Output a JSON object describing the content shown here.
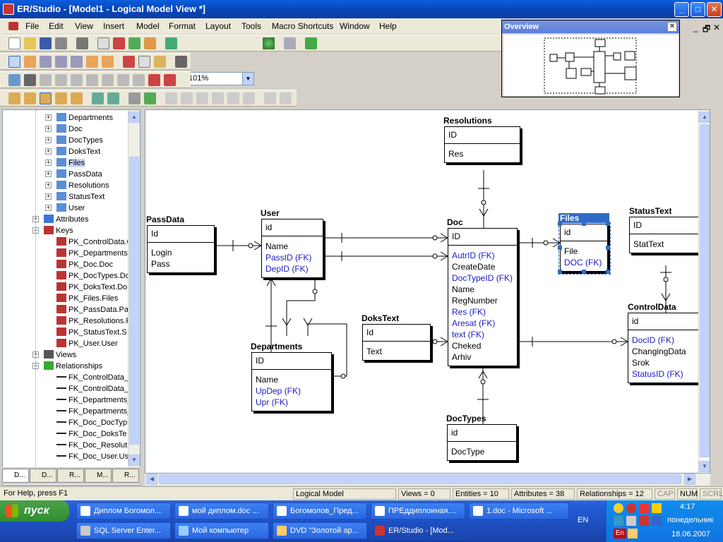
{
  "window": {
    "title": "ER/Studio - [Model1 - Logical Model View *]",
    "min": "_",
    "max": "□",
    "close": "✕"
  },
  "menu": [
    "File",
    "Edit",
    "View",
    "Insert",
    "Model",
    "Format",
    "Layout",
    "Tools",
    "Macro Shortcuts",
    "Window",
    "Help"
  ],
  "toolbar": {
    "zoom": "101%",
    "zoom_arrow": "▼"
  },
  "overview": {
    "title": "Overview",
    "close": "✕"
  },
  "mdi": {
    "min": "_",
    "restore": "🗗",
    "close": "✕"
  },
  "tree": {
    "items": [
      {
        "label": "Departments",
        "type": "table",
        "level": 3
      },
      {
        "label": "Doc",
        "type": "table",
        "level": 3
      },
      {
        "label": "DocTypes",
        "type": "table",
        "level": 3
      },
      {
        "label": "DoksText",
        "type": "table",
        "level": 3
      },
      {
        "label": "Files",
        "type": "table",
        "level": 3,
        "selected": true
      },
      {
        "label": "PassData",
        "type": "table",
        "level": 3
      },
      {
        "label": "Resolutions",
        "type": "table",
        "level": 3
      },
      {
        "label": "StatusText",
        "type": "table",
        "level": 3
      },
      {
        "label": "User",
        "type": "table",
        "level": 3
      },
      {
        "label": "Attributes",
        "type": "attr",
        "level": 2
      },
      {
        "label": "Keys",
        "type": "keys",
        "level": 2
      },
      {
        "label": "PK_ControlData.C",
        "type": "key",
        "level": 3
      },
      {
        "label": "PK_Departments.",
        "type": "key",
        "level": 3
      },
      {
        "label": "PK_Doc.Doc",
        "type": "key",
        "level": 3
      },
      {
        "label": "PK_DocTypes.Do",
        "type": "key",
        "level": 3
      },
      {
        "label": "PK_DoksText.Do",
        "type": "key",
        "level": 3
      },
      {
        "label": "PK_Files.Files",
        "type": "key",
        "level": 3
      },
      {
        "label": "PK_PassData.Pa",
        "type": "key",
        "level": 3
      },
      {
        "label": "PK_Resolutions.F",
        "type": "key",
        "level": 3
      },
      {
        "label": "PK_StatusText.S",
        "type": "key",
        "level": 3
      },
      {
        "label": "PK_User.User",
        "type": "key",
        "level": 3
      },
      {
        "label": "Views",
        "type": "views",
        "level": 2
      },
      {
        "label": "Relationships",
        "type": "rels",
        "level": 2
      },
      {
        "label": "FK_ControlData_",
        "type": "rel",
        "level": 3
      },
      {
        "label": "FK_ControlData_",
        "type": "rel",
        "level": 3
      },
      {
        "label": "FK_Departments_",
        "type": "rel",
        "level": 3
      },
      {
        "label": "FK_Departments_",
        "type": "rel",
        "level": 3
      },
      {
        "label": "FK_Doc_DocTyp",
        "type": "rel",
        "level": 3
      },
      {
        "label": "FK_Doc_DoksTe",
        "type": "rel",
        "level": 3
      },
      {
        "label": "FK_Doc_Resolut",
        "type": "rel",
        "level": 3
      },
      {
        "label": "FK_Doc_User.Us",
        "type": "rel",
        "level": 3
      }
    ],
    "tabs": [
      "D...",
      "D...",
      "R...",
      "M...",
      "R..."
    ]
  },
  "entities": [
    {
      "id": "passdata",
      "title": "PassData",
      "pk": [
        "Id"
      ],
      "attrs": [
        {
          "t": "Login"
        },
        {
          "t": "Pass"
        }
      ]
    },
    {
      "id": "user",
      "title": "User",
      "pk": [
        "id"
      ],
      "attrs": [
        {
          "t": "Name"
        },
        {
          "t": "PassID (FK)",
          "fk": true
        },
        {
          "t": "DepID (FK)",
          "fk": true
        }
      ]
    },
    {
      "id": "departments",
      "title": "Departments",
      "pk": [
        "ID"
      ],
      "attrs": [
        {
          "t": "Name"
        },
        {
          "t": "UpDep (FK)",
          "fk": true
        },
        {
          "t": "Upr (FK)",
          "fk": true
        }
      ]
    },
    {
      "id": "resolutions",
      "title": "Resolutions",
      "pk": [
        "ID"
      ],
      "attrs": [
        {
          "t": "Res"
        }
      ]
    },
    {
      "id": "doc",
      "title": "Doc",
      "pk": [
        "ID"
      ],
      "attrs": [
        {
          "t": "AutrID (FK)",
          "fk": true
        },
        {
          "t": "CreateDate"
        },
        {
          "t": "DocTypeID (FK)",
          "fk": true
        },
        {
          "t": "Name"
        },
        {
          "t": "RegNumber"
        },
        {
          "t": "Res (FK)",
          "fk": true
        },
        {
          "t": "Aresat (FK)",
          "fk": true
        },
        {
          "t": "text (FK)",
          "fk": true
        },
        {
          "t": "Cheked"
        },
        {
          "t": "Arhiv"
        }
      ]
    },
    {
      "id": "dokstext",
      "title": "DoksText",
      "pk": [
        "Id"
      ],
      "attrs": [
        {
          "t": "Text"
        }
      ]
    },
    {
      "id": "doctypes",
      "title": "DocTypes",
      "pk": [
        "id"
      ],
      "attrs": [
        {
          "t": "DocType"
        }
      ]
    },
    {
      "id": "files",
      "title": "Files",
      "pk": [
        "id"
      ],
      "attrs": [
        {
          "t": "File"
        },
        {
          "t": "DOC (FK)",
          "fk": true
        }
      ]
    },
    {
      "id": "statustext",
      "title": "StatusText",
      "pk": [
        "ID"
      ],
      "attrs": [
        {
          "t": "StatText"
        }
      ]
    },
    {
      "id": "controldata",
      "title": "ControlData",
      "pk": [
        "id"
      ],
      "attrs": [
        {
          "t": "DocID (FK)",
          "fk": true
        },
        {
          "t": "ChangingData"
        },
        {
          "t": "Srok"
        },
        {
          "t": "StatusID (FK)",
          "fk": true
        }
      ]
    }
  ],
  "status": {
    "help": "For Help, press F1",
    "model": "Logical Model",
    "views": "Views = 0",
    "entities": "Entities = 10",
    "attributes": "Attributes = 38",
    "relationships": "Relationships = 12",
    "cap": "CAP",
    "num": "NUM",
    "scrl": "SCRL"
  },
  "taskbar": {
    "start": "пуск",
    "tasks_row1": [
      "Диплом Богомол...",
      "мой диплом.doc ...",
      "Богомолов_Пред...",
      "ПРЕддиплоиная....",
      "1.doc - Microsoft ..."
    ],
    "tasks_row2": [
      "SQL Server Enter...",
      "Мой компьютер",
      "DVD \"Золотой ар...",
      "ER/Studio - [Mod..."
    ],
    "lang": "EN",
    "time": "4:17",
    "day": "понедельник",
    "date": "18.06.2007",
    "tray_lang": "En"
  }
}
